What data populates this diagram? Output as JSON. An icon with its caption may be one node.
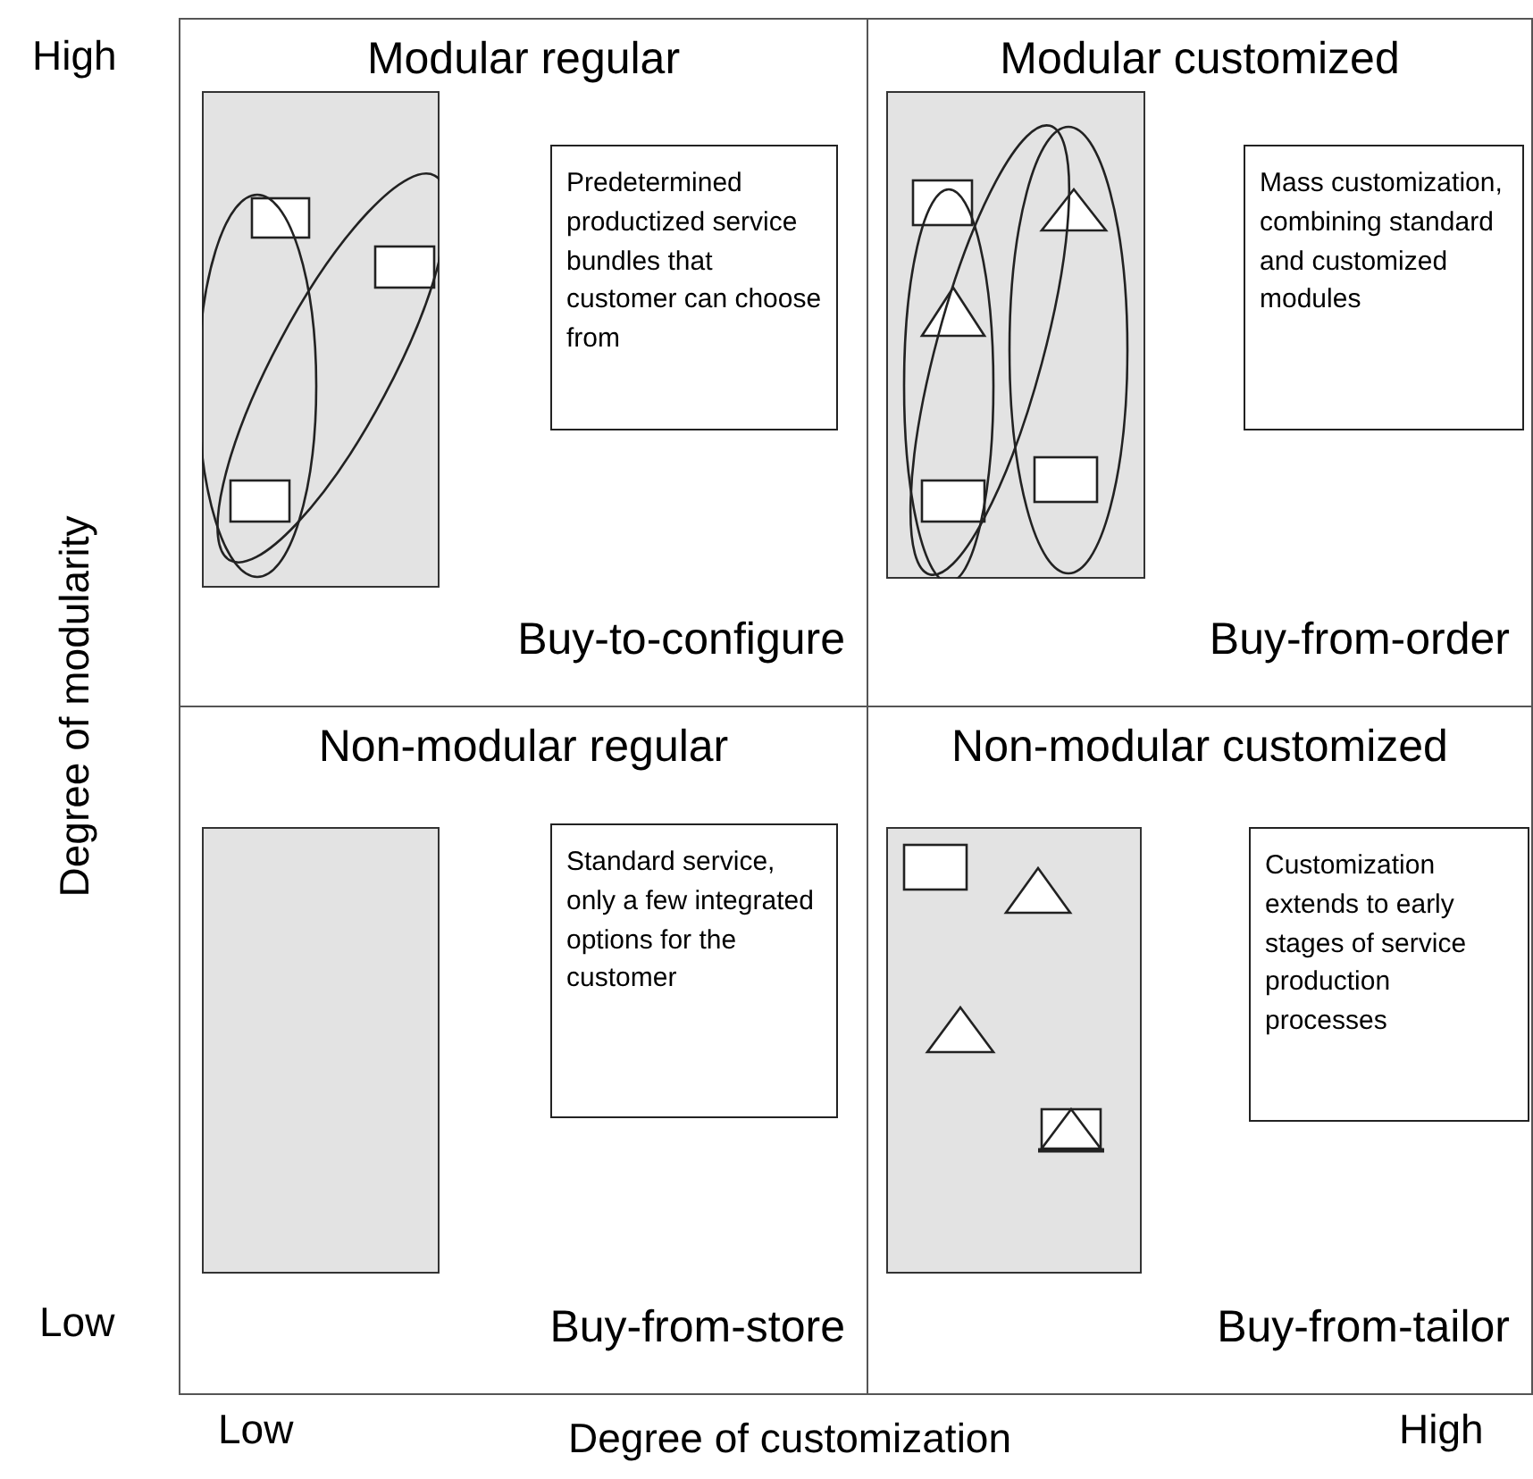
{
  "diagram": {
    "nodes": [
      {
        "text": [
          "Modular regular",
          "Buy-to-configure"
        ]
      },
      {
        "text": [
          "Predetermined productized service bundles that customer can choose from"
        ],
        "in": 0
      },
      {
        "text": [
          "Modular customized",
          "Buy-from-order"
        ]
      },
      {
        "text": [
          "Mass customization, combining standard and customized modules"
        ],
        "in": 2
      },
      {
        "text": [
          "Non-modular regular",
          "Buy-from-store"
        ]
      },
      {
        "text": [
          "Standard service, only a few integrated options for the customer"
        ],
        "in": 4
      },
      {
        "text": [
          "Non-modular customized",
          "Buy-from-tailor"
        ]
      },
      {
        "text": [
          "Customization extends to early stages of service production processes"
        ],
        "in": 6
      }
    ],
    "edges": [],
    "labels": [
      "High",
      "Degree of modularity",
      "Low",
      "Low",
      "Degree of customization",
      "High"
    ]
  }
}
